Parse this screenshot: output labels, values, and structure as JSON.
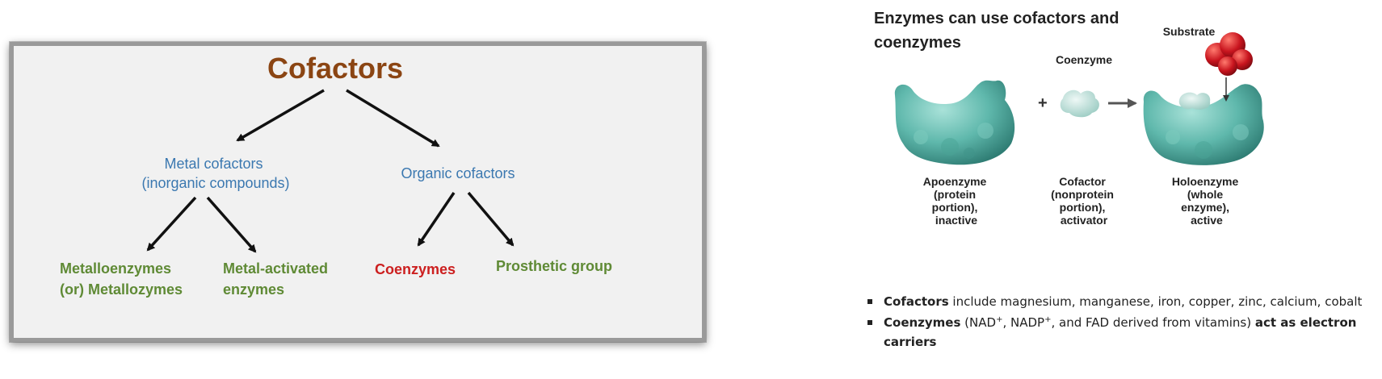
{
  "tree": {
    "title": "Cofactors",
    "branches": [
      {
        "label_lines": [
          "Metal cofactors",
          "(inorganic compounds)"
        ],
        "children": [
          {
            "label_lines": [
              "Metalloenzymes",
              "(or) Metallozymes"
            ]
          },
          {
            "label_lines": [
              "Metal-activated",
              "enzymes"
            ]
          }
        ]
      },
      {
        "label_lines": [
          "Organic cofactors"
        ],
        "children": [
          {
            "label_lines": [
              "Coenzymes"
            ]
          },
          {
            "label_lines": [
              "Prosthetic group"
            ]
          }
        ]
      }
    ],
    "colors": {
      "title": "#8b4513",
      "level1": "#3b78b0",
      "level2": "#5f8a35",
      "highlight": "#cc1f1f",
      "arrows": "#111111",
      "panel": "#f1f1f1"
    }
  },
  "enzyme_figure": {
    "heading": "Enzymes can use cofactors and coenzymes",
    "labels": {
      "substrate": "Substrate",
      "coenzyme": "Coenzyme",
      "plus": "+"
    },
    "captions": [
      {
        "lines": [
          "Apoenzyme",
          "(protein",
          "portion),",
          "inactive"
        ]
      },
      {
        "lines": [
          "Cofactor",
          "(nonprotein",
          "portion),",
          "activator"
        ]
      },
      {
        "lines": [
          "Holoenzyme",
          "(whole",
          "enzyme),",
          "active"
        ]
      }
    ],
    "colors": {
      "enzyme": "#5fb8ac",
      "cofactor": "#b9ddd6",
      "substrate": "#c8141e"
    }
  },
  "notes": {
    "cofactors": {
      "bold": "Cofactors",
      "text": " include magnesium, manganese, iron, copper, zinc, calcium, cobalt"
    },
    "coenzymes": {
      "bold": "Coenzymes",
      "text_before": " (NAD",
      "sup1": "+",
      "text_mid": ", NADP",
      "sup2": "+",
      "text_after": ", and FAD derived from vitamins) ",
      "bold_end": "act as electron carriers"
    }
  }
}
